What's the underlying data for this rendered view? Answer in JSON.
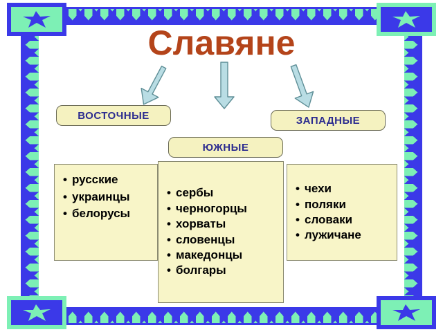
{
  "slide": {
    "title": "Славяне",
    "title_color": "#b4441a",
    "background": "#ffffff"
  },
  "theme": {
    "frame_green": "#7df0b5",
    "frame_blue": "#3b39e8",
    "pill_fill": "#f5f2c0",
    "pill_text": "#2b2b8f",
    "box_fill": "#f8f5c8",
    "arrow_fill": "#b9dde4",
    "arrow_stroke": "#5f8f97"
  },
  "corners": [
    {
      "name": "top-left",
      "icon": "star-icon"
    },
    {
      "name": "top-right",
      "icon": "star-icon"
    },
    {
      "name": "bottom-left",
      "icon": "star-icon"
    },
    {
      "name": "bottom-right",
      "icon": "star-icon"
    }
  ],
  "arrows": [
    {
      "name": "arrow-to-east",
      "direction": "down-left",
      "icon": "arrow-down-left-icon"
    },
    {
      "name": "arrow-to-south",
      "direction": "down",
      "icon": "arrow-down-icon"
    },
    {
      "name": "arrow-to-west",
      "direction": "down-right",
      "icon": "arrow-down-right-icon"
    }
  ],
  "categories": {
    "east": {
      "label": "ВОСТОЧНЫЕ"
    },
    "south": {
      "label": "ЮЖНЫЕ"
    },
    "west": {
      "label": "ЗАПАДНЫЕ"
    }
  },
  "groups": {
    "east": {
      "items": [
        "русские",
        "украинцы",
        "белорусы"
      ]
    },
    "south": {
      "items": [
        "сербы",
        "черногорцы",
        "хорваты",
        "словенцы",
        "македонцы",
        "болгары"
      ]
    },
    "west": {
      "items": [
        "чехи",
        "поляки",
        "словаки",
        "лужичане"
      ]
    }
  }
}
